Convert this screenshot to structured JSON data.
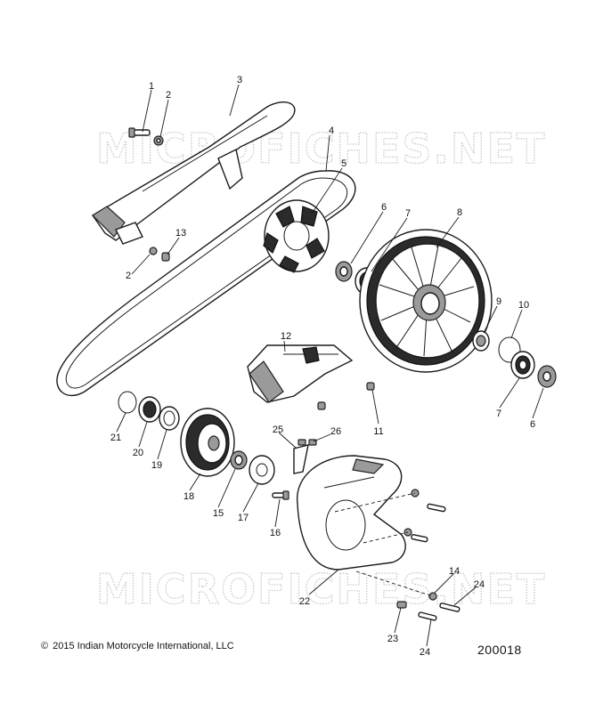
{
  "watermark": "MICROFICHES.NET",
  "callouts": [
    "1",
    "2",
    "3",
    "4",
    "5",
    "6",
    "7",
    "8",
    "9",
    "10",
    "11",
    "12",
    "13",
    "2",
    "21",
    "20",
    "19",
    "18",
    "15",
    "17",
    "16",
    "25",
    "26",
    "22",
    "14",
    "24",
    "23",
    "24",
    "7",
    "6"
  ],
  "footer": {
    "copyright_symbol": "©",
    "copyright_text": "2015 Indian Motorcycle International, LLC",
    "figure_number": "200018"
  }
}
